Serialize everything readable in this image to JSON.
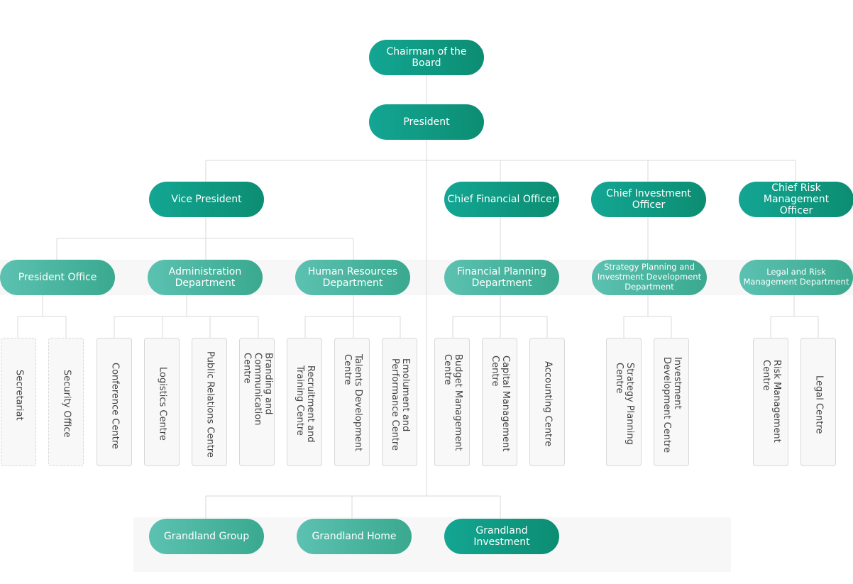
{
  "top": {
    "chairman": "Chairman of the Board",
    "president": "President"
  },
  "executives": {
    "vp": "Vice President",
    "cfo": "Chief Financial Officer",
    "cio": "Chief Investment Officer",
    "crmo": "Chief Risk Management Officer"
  },
  "departments": {
    "president_office": "President Office",
    "administration": "Administration Department",
    "hr": "Human Resources Department",
    "financial_planning": "Financial Planning Department",
    "strategy": "Strategy Planning and Investment Development Department",
    "legal_risk": "Legal and Risk Management Department"
  },
  "centres": {
    "secretariat": "Secretariat",
    "security_office": "Security Office",
    "conference": "Conference Centre",
    "logistics": "Logistics Centre",
    "public_relations": "Public Relations Centre",
    "branding": "Branding and Communication Centre",
    "recruitment": "Recruitment and Training Centre",
    "talents": "Talents Development Centre",
    "emolument": "Emolument and Performance Centre",
    "budget": "Budget Management Centre",
    "capital": "Capital Management Centre",
    "accounting": "Accounting Centre",
    "strategy_planning": "Strategy Planning Centre",
    "investment_dev": "Investment Development Centre",
    "risk_mgmt": "Risk Management Centre",
    "legal": "Legal Centre"
  },
  "subsidiaries": {
    "group": "Grandland Group",
    "home": "Grandland Home",
    "investment": "Grandland Investment"
  },
  "colors": {
    "dark_node": "#0f9a80",
    "light_node": "#4db5a1",
    "connector": "#d9d9d9"
  }
}
